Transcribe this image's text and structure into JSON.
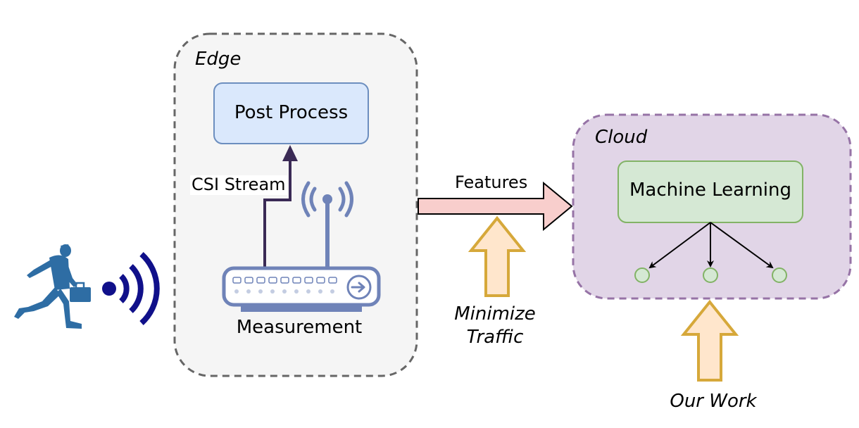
{
  "edge": {
    "title": "Edge",
    "post_process": "Post Process",
    "csi_stream": "CSI Stream",
    "measurement": "Measurement"
  },
  "link": {
    "features": "Features",
    "minimize_line1": "Minimize",
    "minimize_line2": "Traffic"
  },
  "cloud": {
    "title": "Cloud",
    "machine_learning": "Machine Learning",
    "our_work": "Our Work"
  },
  "icons": [
    "walking-person-icon",
    "wifi-signal-icon",
    "router-icon",
    "antenna-signal-icon"
  ],
  "colors": {
    "edge_fill": "#f5f5f5",
    "edge_border": "#666666",
    "post_process_fill": "#dae8fc",
    "post_process_border": "#6c8ebf",
    "cloud_fill": "#e1d5e7",
    "cloud_border": "#9673a6",
    "ml_fill": "#d5e8d4",
    "ml_border": "#82b366",
    "features_arrow_fill": "#f8cecc",
    "highlight_arrow_fill": "#ffe6cc",
    "highlight_arrow_border": "#d6a83a",
    "csi_line": "#3a2a55",
    "person": "#2e6da4",
    "wifi": "#10108a",
    "router": "#6f83b8"
  }
}
